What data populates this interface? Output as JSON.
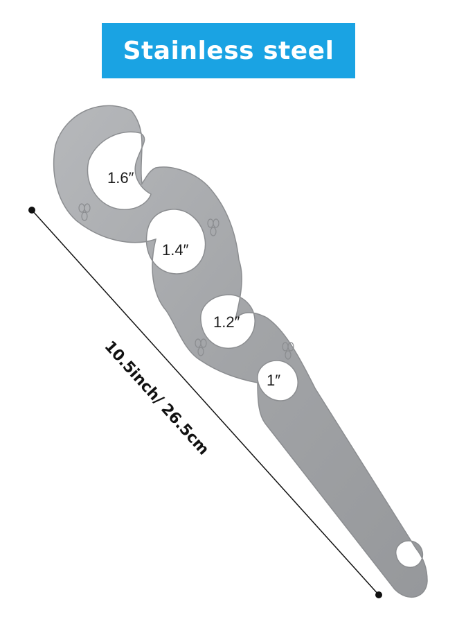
{
  "banner": {
    "title": "Stainless steel"
  },
  "product": {
    "sizes": [
      "1.6″",
      "1.4″",
      "1.2″",
      "1″"
    ],
    "length_label": "10.5inch/ 26.5cm"
  },
  "colors": {
    "banner": "#1aa3e3",
    "steel": "#a3a5a8",
    "steel_edge": "#8b8d90"
  },
  "icons": [
    "coffee-bean-icon",
    "dimension-line-icon"
  ]
}
